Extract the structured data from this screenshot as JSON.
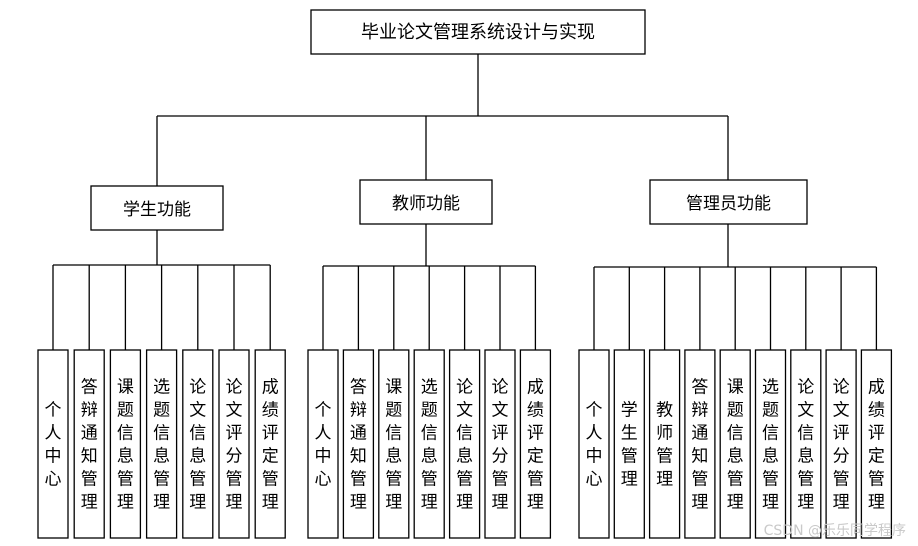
{
  "root": {
    "label": "毕业论文管理系统设计与实现"
  },
  "groups": [
    {
      "label": "学生功能",
      "items": [
        "个人中心",
        "答辩通知管理",
        "课题信息管理",
        "选题信息管理",
        "论文信息管理",
        "论文评分管理",
        "成绩评定管理"
      ]
    },
    {
      "label": "教师功能",
      "items": [
        "个人中心",
        "答辩通知管理",
        "课题信息管理",
        "选题信息管理",
        "论文信息管理",
        "论文评分管理",
        "成绩评定管理"
      ]
    },
    {
      "label": "管理员功能",
      "items": [
        "个人中心",
        "学生管理",
        "教师管理",
        "答辩通知管理",
        "课题信息管理",
        "选题信息管理",
        "论文信息管理",
        "论文评分管理",
        "成绩评定管理"
      ]
    }
  ],
  "watermark": "CSDN @乐乐同学程序"
}
